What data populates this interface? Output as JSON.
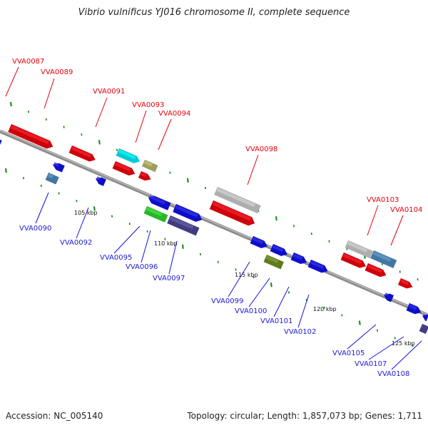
{
  "title": "Vibrio vulnificus YJ016 chromosome II, complete sequence",
  "footer": {
    "accession": "Accession: NC_005140",
    "stats": "Topology: circular; Length: 1,857,073 bp; Genes: 1,711"
  },
  "colors": {
    "red": "#e8000b",
    "blue": "#1010e0",
    "cyan": "#00e5ef",
    "khaki": "#b5b36a",
    "gray": "#c4c4c4",
    "steel": "#4a86b8",
    "green": "#2bcf2b",
    "purple": "#4b4490",
    "olive": "#6c8a22",
    "tickGreen": "#0a8a0a",
    "backbone": "#8c8c8c"
  },
  "scale_labels": [
    "105 kbp",
    "110 kbp",
    "115 kbp",
    "120 kbp",
    "125 kbp"
  ],
  "genes_top": [
    {
      "label": "VVA0087",
      "color": "red"
    },
    {
      "label": "VVA0089",
      "color": "red"
    },
    {
      "label": "VVA0091",
      "color": "red"
    },
    {
      "label": "VVA0093",
      "color": "cyan"
    },
    {
      "label": "VVA0094",
      "color": "khaki"
    },
    {
      "label": "VVA0098",
      "color": "gray"
    },
    {
      "label": "VVA0103",
      "color": "gray"
    },
    {
      "label": "VVA0104",
      "color": "steel"
    }
  ],
  "genes_bottom": [
    {
      "label": "VVA0090",
      "color": "steel"
    },
    {
      "label": "VVA0092",
      "color": "blue"
    },
    {
      "label": "VVA0095",
      "color": "blue"
    },
    {
      "label": "VVA0096",
      "color": "green"
    },
    {
      "label": "VVA0097",
      "color": "purple"
    },
    {
      "label": "VVA0099",
      "color": "blue"
    },
    {
      "label": "VVA0100",
      "color": "olive"
    },
    {
      "label": "VVA0101",
      "color": "blue"
    },
    {
      "label": "VVA0102",
      "color": "blue"
    },
    {
      "label": "VVA0105",
      "color": "blue"
    },
    {
      "label": "VVA0107",
      "color": "blue"
    },
    {
      "label": "VVA0108",
      "color": "purple"
    }
  ]
}
